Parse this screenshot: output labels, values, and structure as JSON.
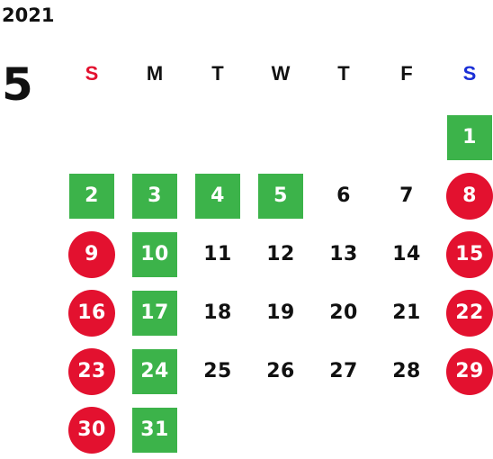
{
  "calendar": {
    "year": "2021",
    "month": "5",
    "weekdays": [
      {
        "label": "S",
        "color": "#e3112f"
      },
      {
        "label": "M",
        "color": "#111111"
      },
      {
        "label": "T",
        "color": "#111111"
      },
      {
        "label": "W",
        "color": "#111111"
      },
      {
        "label": "T",
        "color": "#111111"
      },
      {
        "label": "F",
        "color": "#111111"
      },
      {
        "label": "S",
        "color": "#1a2fd6"
      }
    ],
    "first_weekday_index": 6,
    "days": [
      {
        "day": "1",
        "style": "green"
      },
      {
        "day": "2",
        "style": "green"
      },
      {
        "day": "3",
        "style": "green"
      },
      {
        "day": "4",
        "style": "green"
      },
      {
        "day": "5",
        "style": "green"
      },
      {
        "day": "6",
        "style": "plain"
      },
      {
        "day": "7",
        "style": "plain"
      },
      {
        "day": "8",
        "style": "red"
      },
      {
        "day": "9",
        "style": "red"
      },
      {
        "day": "10",
        "style": "green"
      },
      {
        "day": "11",
        "style": "plain"
      },
      {
        "day": "12",
        "style": "plain"
      },
      {
        "day": "13",
        "style": "plain"
      },
      {
        "day": "14",
        "style": "plain"
      },
      {
        "day": "15",
        "style": "red"
      },
      {
        "day": "16",
        "style": "red"
      },
      {
        "day": "17",
        "style": "green"
      },
      {
        "day": "18",
        "style": "plain"
      },
      {
        "day": "19",
        "style": "plain"
      },
      {
        "day": "20",
        "style": "plain"
      },
      {
        "day": "21",
        "style": "plain"
      },
      {
        "day": "22",
        "style": "red"
      },
      {
        "day": "23",
        "style": "red"
      },
      {
        "day": "24",
        "style": "green"
      },
      {
        "day": "25",
        "style": "plain"
      },
      {
        "day": "26",
        "style": "plain"
      },
      {
        "day": "27",
        "style": "plain"
      },
      {
        "day": "28",
        "style": "plain"
      },
      {
        "day": "29",
        "style": "red"
      },
      {
        "day": "30",
        "style": "red"
      },
      {
        "day": "31",
        "style": "green"
      }
    ],
    "colors": {
      "green": "#3cb34a",
      "red": "#e3112f",
      "text": "#111111"
    }
  }
}
